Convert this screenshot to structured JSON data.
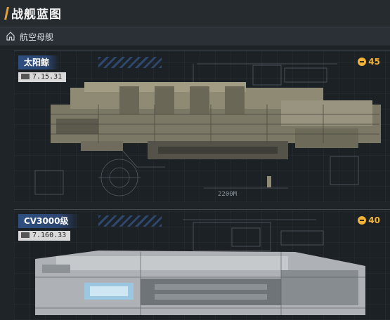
{
  "header": {
    "title": "战舰蓝图"
  },
  "category": {
    "label": "航空母舰"
  },
  "ships": [
    {
      "name": "太阳鲸",
      "stat": "7.15.31",
      "cost": "45",
      "scale_label": "2200M"
    },
    {
      "name": "CV3000级",
      "stat": "7.160.33",
      "cost": "40"
    }
  ],
  "colors": {
    "accent": "#e2a13a",
    "name_plate": "#2e4f7f",
    "cost": "#f1b238"
  }
}
